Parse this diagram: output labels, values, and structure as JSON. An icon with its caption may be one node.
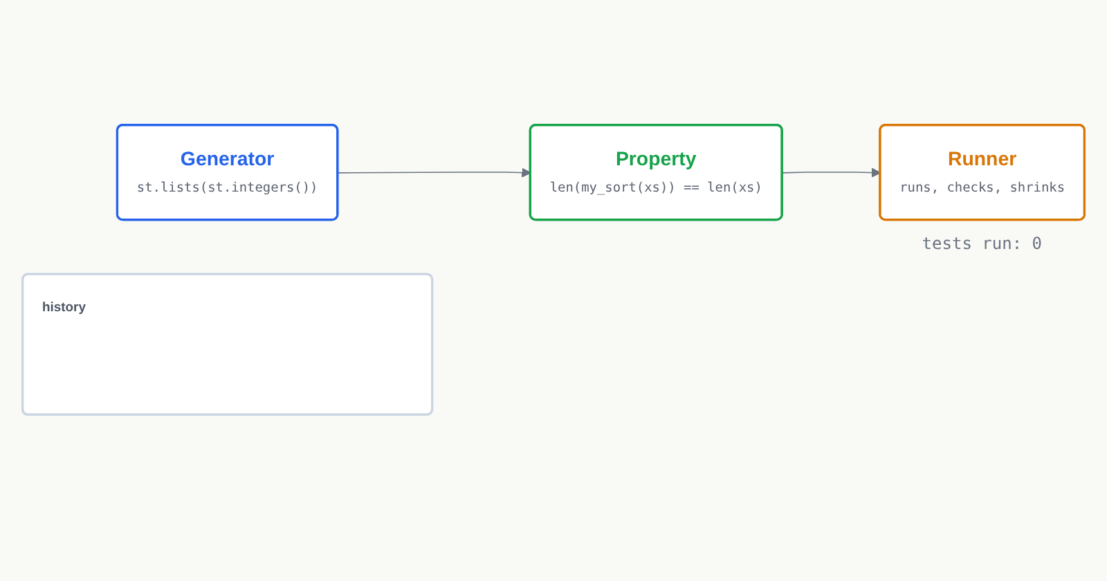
{
  "diagram": {
    "nodes": [
      {
        "text": [
          "Generator",
          "st.lists(st.integers())"
        ]
      },
      {
        "text": [
          "Property",
          "len(my_sort(xs)) == len(xs)"
        ]
      },
      {
        "text": [
          "Runner",
          "runs, checks, shrinks"
        ],
        "beside": [
          "tests run: 0"
        ]
      },
      {
        "text": [
          "history"
        ]
      }
    ],
    "edges": [
      {
        "from": 0,
        "to": 1,
        "arrow": "to"
      },
      {
        "from": 1,
        "to": 2,
        "arrow": "to"
      }
    ]
  }
}
